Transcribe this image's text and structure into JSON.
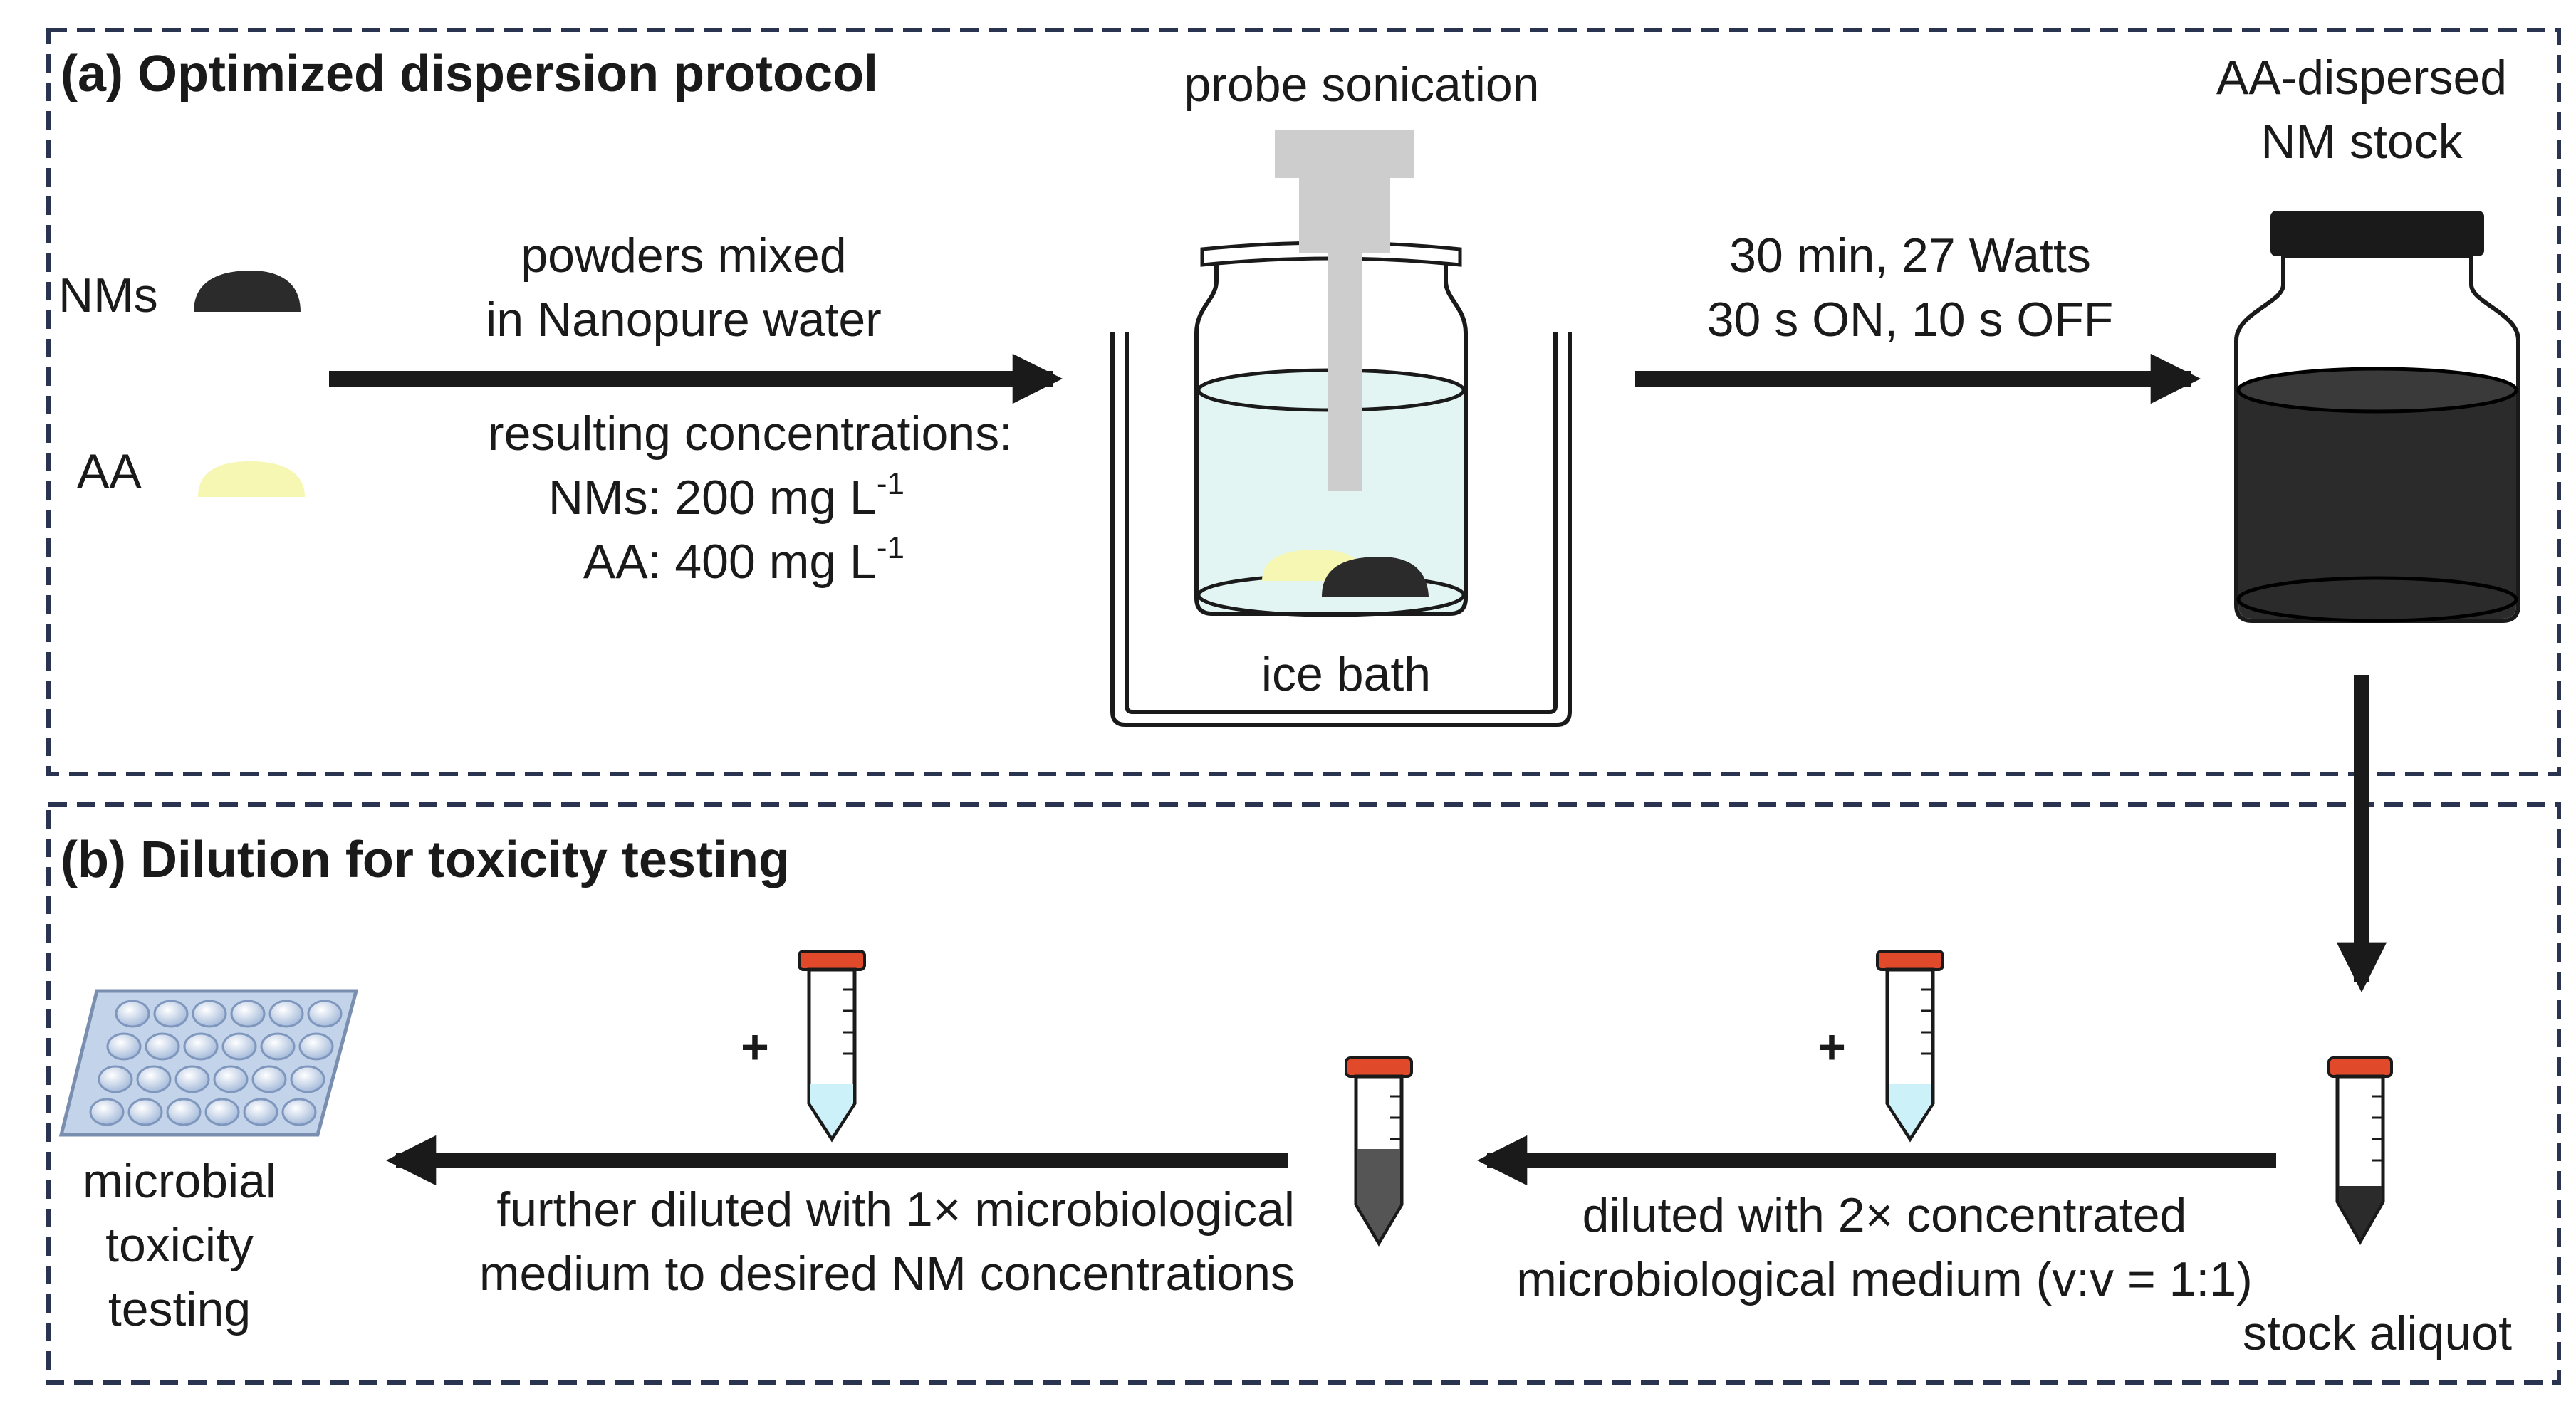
{
  "panel_a": {
    "title": "(a) Optimized dispersion protocol",
    "nms_label": "NMs",
    "aa_label": "AA",
    "mix_line1": "powders mixed",
    "mix_line2": "in Nanopure water",
    "conc_heading": "resulting concentrations:",
    "conc_nms": "NMs: 200 mg L",
    "conc_aa": "AA: 400 mg L",
    "conc_exponent": "-1",
    "probe_label": "probe sonication",
    "ice_label": "ice bath",
    "sonic_line1": "30 min, 27 Watts",
    "sonic_line2": "30 s ON, 10 s OFF",
    "stock_line1": "AA-dispersed",
    "stock_line2": "NM stock"
  },
  "panel_b": {
    "title": "(b) Dilution for toxicity testing",
    "stock_aliquot": "stock aliquot",
    "plus": "+",
    "dilute1_line1": "diluted with 2× concentrated",
    "dilute1_line2": "microbiological medium (v:v = 1:1)",
    "dilute2_line1": "further diluted with 1× microbiological",
    "dilute2_line2": "medium to desired NM concentrations",
    "final_line1": "microbial",
    "final_line2": "toxicity",
    "final_line3": "testing"
  },
  "colors": {
    "frame": "#2a3350",
    "dark_material": "#2b2b2b",
    "aa_powder": "#f6f7b2",
    "water": "#e2f5f2",
    "probe": "#cdcdcd",
    "cap": "#e04a2a",
    "light_medium": "#cdf1f8",
    "plate": "#c3d4ea"
  }
}
